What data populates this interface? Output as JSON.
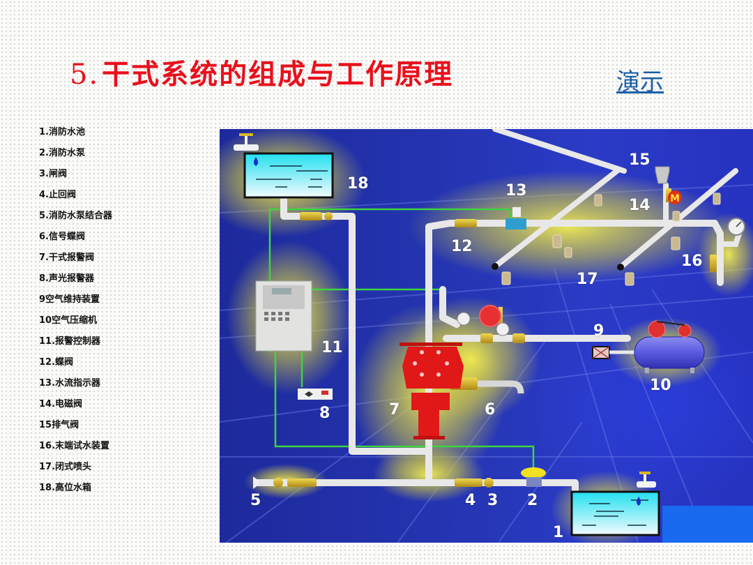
{
  "header": {
    "title_number": "5.",
    "title_text": "干式系统的组成与工作原理",
    "demo_link": "演示"
  },
  "legend": {
    "items": [
      {
        "label": "1.消防水池"
      },
      {
        "label": "2.消防水泵"
      },
      {
        "label": "3.闸阀"
      },
      {
        "label": "4.止回阀"
      },
      {
        "label": "5.消防水泵结合器"
      },
      {
        "label": "6.信号蝶阀"
      },
      {
        "label": "7.干式报警阀"
      },
      {
        "label": "8.声光报警器"
      },
      {
        "label": "9空气维持装置"
      },
      {
        "label": "10空气压缩机"
      },
      {
        "label": "11.报警控制器"
      },
      {
        "label": "12.蝶阀"
      },
      {
        "label": "13.水流指示器"
      },
      {
        "label": "14.电磁阀"
      },
      {
        "label": "15排气阀"
      },
      {
        "label": "16.末端试水装置"
      },
      {
        "label": "17.闭式喷头"
      },
      {
        "label": "18.高位水箱"
      }
    ]
  },
  "diagram": {
    "callouts": {
      "c1": "1",
      "c2": "2",
      "c3": "3",
      "c4": "4",
      "c5": "5",
      "c6": "6",
      "c7": "7",
      "c8": "8",
      "c9": "9",
      "c10": "10",
      "c11": "11",
      "c12": "12",
      "c13": "13",
      "c14": "14",
      "c15": "15",
      "c16": "16",
      "c17": "17",
      "c18": "18"
    },
    "solenoid_label": "M",
    "colors": {
      "background": "#2434b0",
      "pipe": "#e8e8e8",
      "signal_wire": "#3fd43f",
      "alarm_valve": "#e01818",
      "valve_brass": "#d8b628",
      "water": "#2ee6f0",
      "glow": "#e8e040"
    }
  }
}
